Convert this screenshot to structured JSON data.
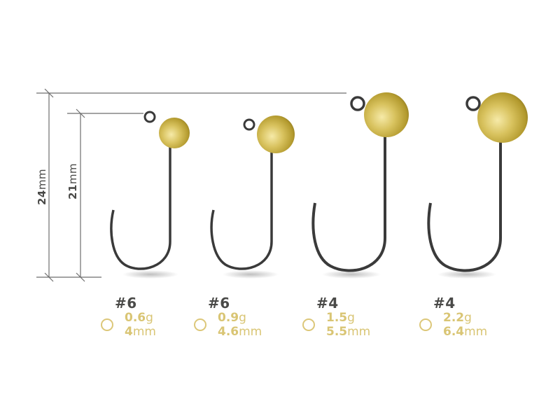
{
  "image": {
    "subject": "Four gold tungsten-head jig hooks with size and weight labels",
    "colors": {
      "gold": "#d9c574",
      "hook_wire": "#3a3a3a",
      "text_dark": "#4a4a48",
      "dimension_line": "#6e6e6e"
    }
  },
  "dimensions": {
    "outer": {
      "value": "24",
      "unit": "mm"
    },
    "inner": {
      "value": "21",
      "unit": "mm"
    }
  },
  "hooks": [
    {
      "size": "#6",
      "weight": "0.6",
      "weight_unit": "g",
      "bead": "4",
      "bead_unit": "mm"
    },
    {
      "size": "#6",
      "weight": "0.9",
      "weight_unit": "g",
      "bead": "4.6",
      "bead_unit": "mm"
    },
    {
      "size": "#4",
      "weight": "1.5",
      "weight_unit": "g",
      "bead": "5.5",
      "bead_unit": "mm"
    },
    {
      "size": "#4",
      "weight": "2.2",
      "weight_unit": "g",
      "bead": "6.4",
      "bead_unit": "mm"
    }
  ]
}
